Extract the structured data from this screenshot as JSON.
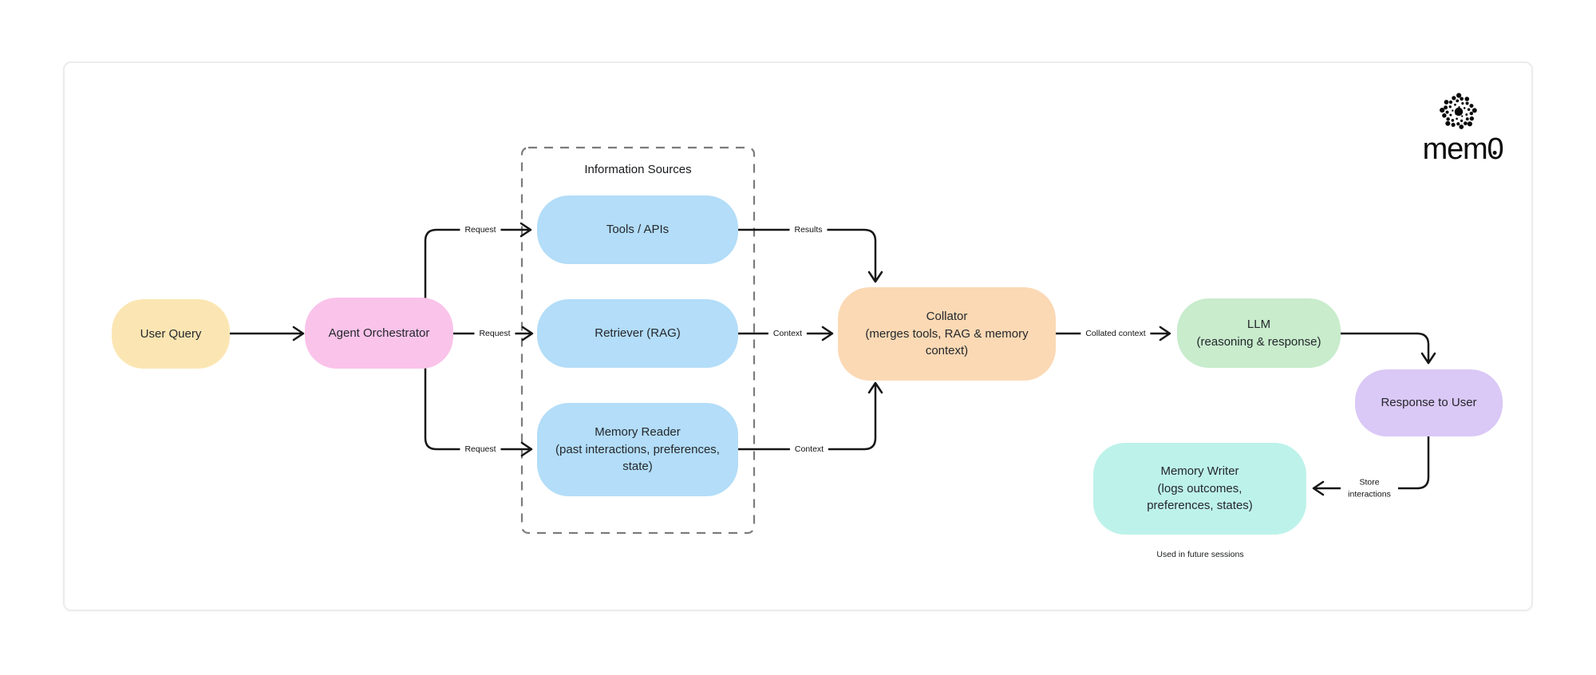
{
  "logo": {
    "brand": "mem0"
  },
  "diagram": {
    "group_title": "Information Sources",
    "arrow_color": "#161616",
    "dashed_border_color": "#7b7b7b",
    "nodes": {
      "user_query": {
        "lines": [
          "User Query"
        ],
        "color": "#FBE6B3"
      },
      "agent_orchestrator": {
        "lines": [
          "Agent Orchestrator"
        ],
        "color": "#FAC3EA"
      },
      "tools_apis": {
        "lines": [
          "Tools / APIs"
        ],
        "color": "#B3DDF8"
      },
      "retriever": {
        "lines": [
          "Retriever (RAG)"
        ],
        "color": "#B3DDF8"
      },
      "memory_reader": {
        "lines": [
          "Memory Reader",
          "(past interactions, preferences,",
          "state)"
        ],
        "color": "#B3DDF8"
      },
      "collator": {
        "lines": [
          "Collator",
          "(merges tools, RAG & memory",
          "context)"
        ],
        "color": "#FBD9B4"
      },
      "llm": {
        "lines": [
          "LLM",
          "(reasoning & response)"
        ],
        "color": "#C8ECCC"
      },
      "response_to_user": {
        "lines": [
          "Response to User"
        ],
        "color": "#DAC8F6"
      },
      "memory_writer": {
        "lines": [
          "Memory Writer",
          "(logs outcomes,",
          "preferences, states)"
        ],
        "color": "#BDF2EA"
      }
    },
    "edge_labels": {
      "request_tools": "Request",
      "request_retriever": "Request",
      "request_memory": "Request",
      "results": "Results",
      "context_retriever": "Context",
      "context_memory": "Context",
      "collated_context": "Collated context",
      "store_interactions": "Store interactions"
    },
    "annotation": "Used in future sessions"
  }
}
